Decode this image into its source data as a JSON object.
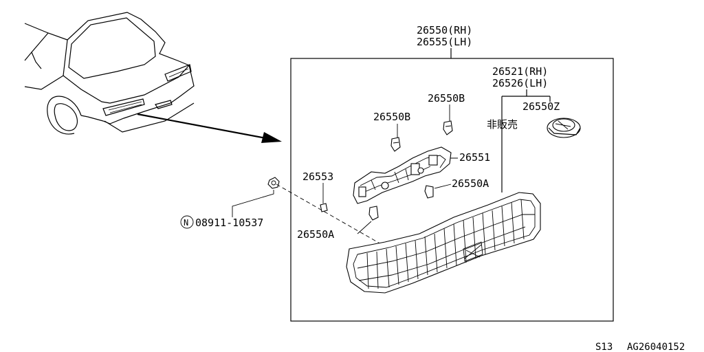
{
  "labels": {
    "assembly_rh": "26550(RH)",
    "assembly_lh": "26555(LH)",
    "lens_rh": "26521(RH)",
    "lens_lh": "26526(LH)",
    "not_for_sale": "非販売",
    "socket_z": "26550Z",
    "bulb_b_upper": "26550B",
    "bulb_b_left": "26550B",
    "housing": "26551",
    "bulb_a_right": "26550A",
    "bulb_a_left": "26550A",
    "clip": "26553",
    "nut_prefix": "N",
    "nut": "08911-10537"
  },
  "footer": {
    "section": "S13",
    "code": "AG26040152"
  }
}
